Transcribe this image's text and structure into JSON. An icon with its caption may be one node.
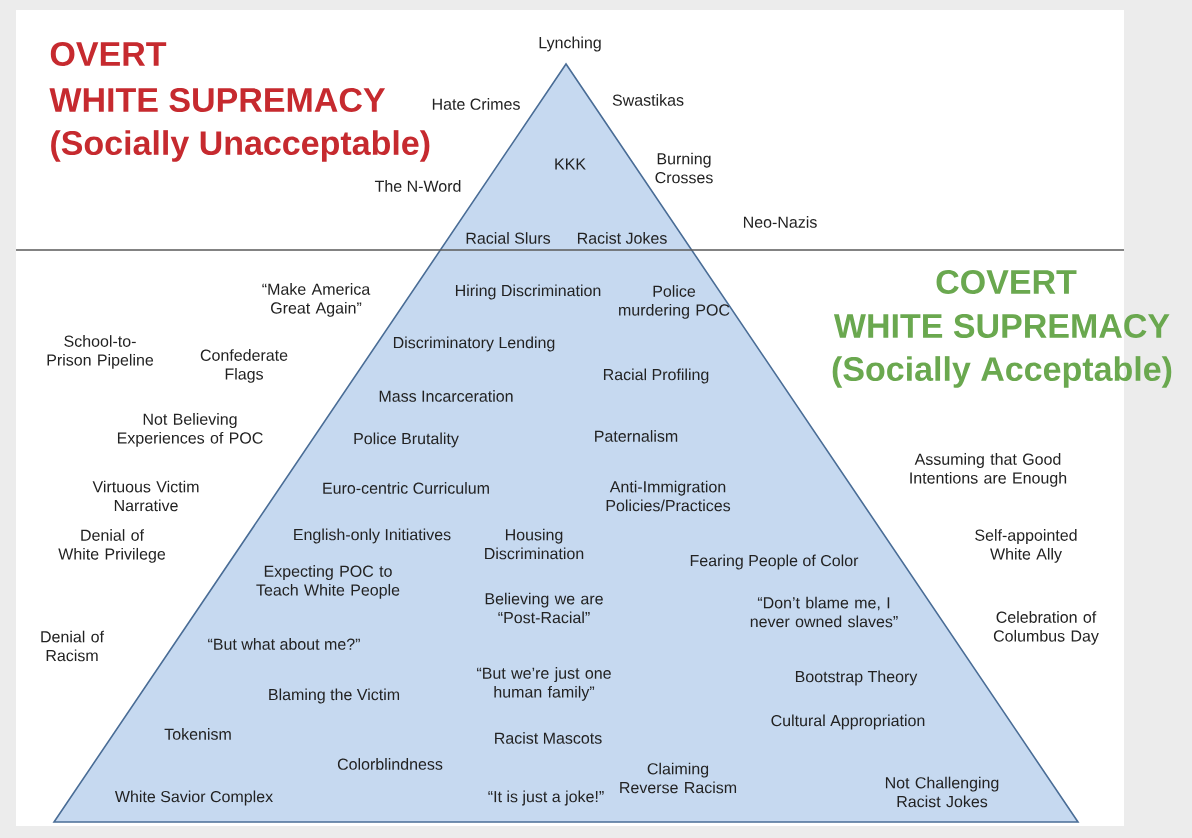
{
  "diagram": {
    "nodes": [
      {
        "text": [
          "KKK",
          "Racial Slurs",
          "Racist Jokes",
          "Hiring Discrimination",
          "Police murdering POC",
          "Discriminatory Lending",
          "Racial Profiling",
          "Mass Incarceration",
          "Police Brutality",
          "Paternalism",
          "Euro-centric Curriculum",
          "Anti-Immigration Policies/Practices",
          "English-only Initiatives",
          "Housing Discrimination",
          "Fearing People of Color",
          "Expecting POC to Teach White People",
          "Believing we are “Post-Racial”",
          "“Don’t blame me, I never owned slaves”",
          "“But what about me?”",
          "“But we’re just one human family”",
          "Bootstrap Theory",
          "Blaming the Victim",
          "Cultural Appropriation",
          "Tokenism",
          "Racist Mascots",
          "Colorblindness",
          "Claiming Reverse Racism",
          "White Savior Complex",
          "“It is just a joke!”",
          "Not Challenging Racist Jokes"
        ]
      }
    ],
    "labels": [
      "OVERT",
      "WHITE SUPREMACY",
      "(Socially Unacceptable)",
      "Lynching",
      "Hate Crimes",
      "Swastikas",
      "The N-Word",
      "Burning Crosses",
      "Neo-Nazis",
      "“Make America Great Again”",
      "COVERT",
      "WHITE SUPREMACY",
      "(Socially Acceptable)",
      "School-to-Prison Pipeline",
      "Confederate Flags",
      "Not Believing Experiences of POC",
      "Virtuous Victim Narrative",
      "Assuming that Good Intentions are Enough",
      "Denial of White Privilege",
      "Self-appointed White Ally",
      "Denial of Racism",
      "Celebration of Columbus Day"
    ]
  }
}
